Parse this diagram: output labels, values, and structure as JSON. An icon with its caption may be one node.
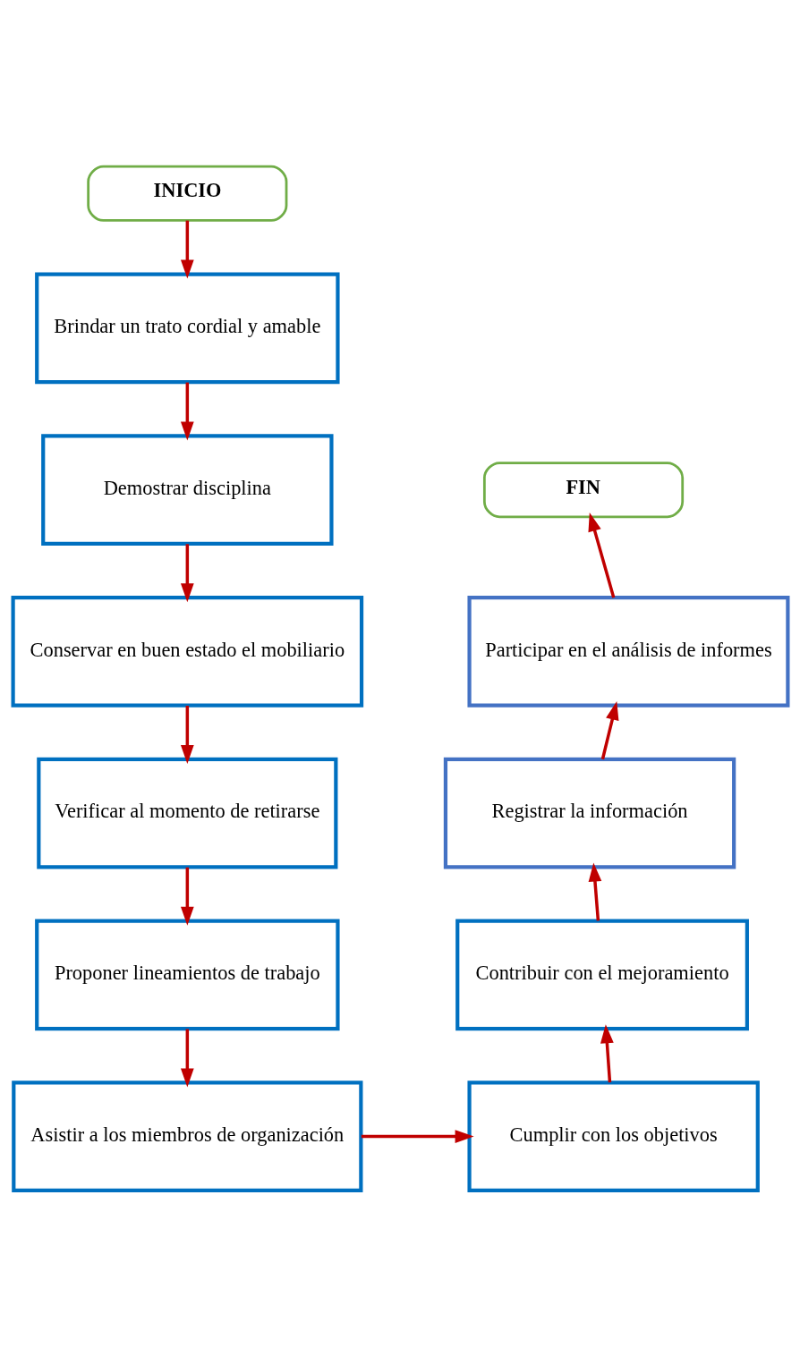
{
  "diagram": {
    "nodes": [
      {
        "text": [
          "INICIO"
        ]
      },
      {
        "text": [
          "Brindar un trato cordial y amable"
        ]
      },
      {
        "text": [
          "Demostrar disciplina"
        ]
      },
      {
        "text": [
          "Conservar en buen estado el mobiliario"
        ]
      },
      {
        "text": [
          "Verificar al momento de retirarse"
        ]
      },
      {
        "text": [
          "Proponer lineamientos de trabajo"
        ]
      },
      {
        "text": [
          "Asistir a los miembros de organización"
        ]
      },
      {
        "text": [
          "Cumplir con los objetivos"
        ]
      },
      {
        "text": [
          "Contribuir con el mejoramiento"
        ]
      },
      {
        "text": [
          "Registrar la información"
        ]
      },
      {
        "text": [
          "Participar en el análisis de informes"
        ]
      },
      {
        "text": [
          "FIN"
        ]
      }
    ],
    "edges": [
      {
        "from": 0,
        "to": 1,
        "arrow": "to",
        "color": "#c00000"
      },
      {
        "from": 1,
        "to": 2,
        "arrow": "to",
        "color": "#c00000"
      },
      {
        "from": 2,
        "to": 3,
        "arrow": "to",
        "color": "#c00000"
      },
      {
        "from": 3,
        "to": 4,
        "arrow": "to",
        "color": "#c00000"
      },
      {
        "from": 4,
        "to": 5,
        "arrow": "to",
        "color": "#c00000"
      },
      {
        "from": 5,
        "to": 6,
        "arrow": "to",
        "color": "#c00000"
      },
      {
        "from": 6,
        "to": 7,
        "arrow": "to",
        "color": "#c00000"
      },
      {
        "from": 7,
        "to": 8,
        "arrow": "to",
        "color": "#c00000"
      },
      {
        "from": 8,
        "to": 9,
        "arrow": "to",
        "color": "#c00000"
      },
      {
        "from": 9,
        "to": 10,
        "arrow": "to",
        "color": "#c00000"
      },
      {
        "from": 10,
        "to": 11,
        "arrow": "to",
        "color": "#c00000"
      }
    ]
  }
}
